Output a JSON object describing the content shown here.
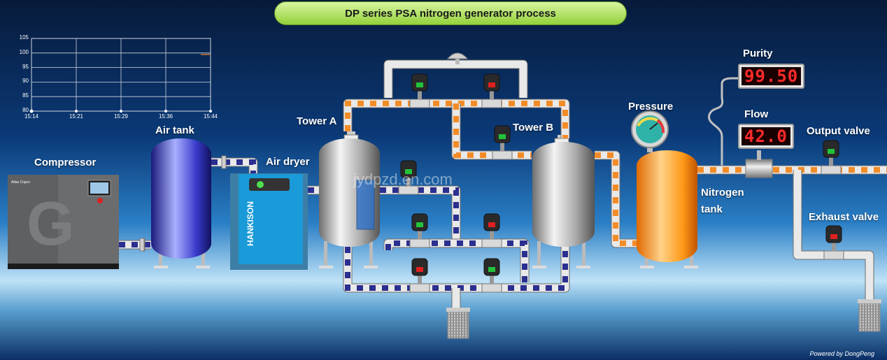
{
  "title": "DP series PSA nitrogen generator process",
  "labels": {
    "compressor": "Compressor",
    "air_tank": "Air tank",
    "air_dryer": "Air dryer",
    "tower_a": "Tower A",
    "tower_b": "Tower B",
    "pressure": "Pressure",
    "purity": "Purity",
    "flow": "Flow",
    "output_valve": "Output valve",
    "nitrogen_tank": "Nitrogen",
    "nitrogen_tank_2": "tank",
    "exhaust_valve": "Exhaust valve"
  },
  "displays": {
    "purity": "99.50",
    "flow": "42.0"
  },
  "brands": {
    "compressor": "Atlas Copco",
    "dryer": "HANKISON"
  },
  "watermark": "jydpzd.en.com",
  "footer": "Powered by DongPeng",
  "chart_data": {
    "type": "line",
    "x": [
      "15:14",
      "15:21",
      "15:29",
      "15:36",
      "15:44"
    ],
    "yticks": [
      80,
      85,
      90,
      95,
      100,
      105
    ],
    "ylim": [
      80,
      105
    ],
    "series": [
      {
        "values": [
          null,
          null,
          null,
          null,
          99.5
        ]
      }
    ]
  },
  "colors": {
    "air_pipe": "#2b2f8f",
    "nitrogen_pipe": "#f28c28",
    "valve_open": "#22c33a",
    "valve_closed": "#e02020"
  }
}
